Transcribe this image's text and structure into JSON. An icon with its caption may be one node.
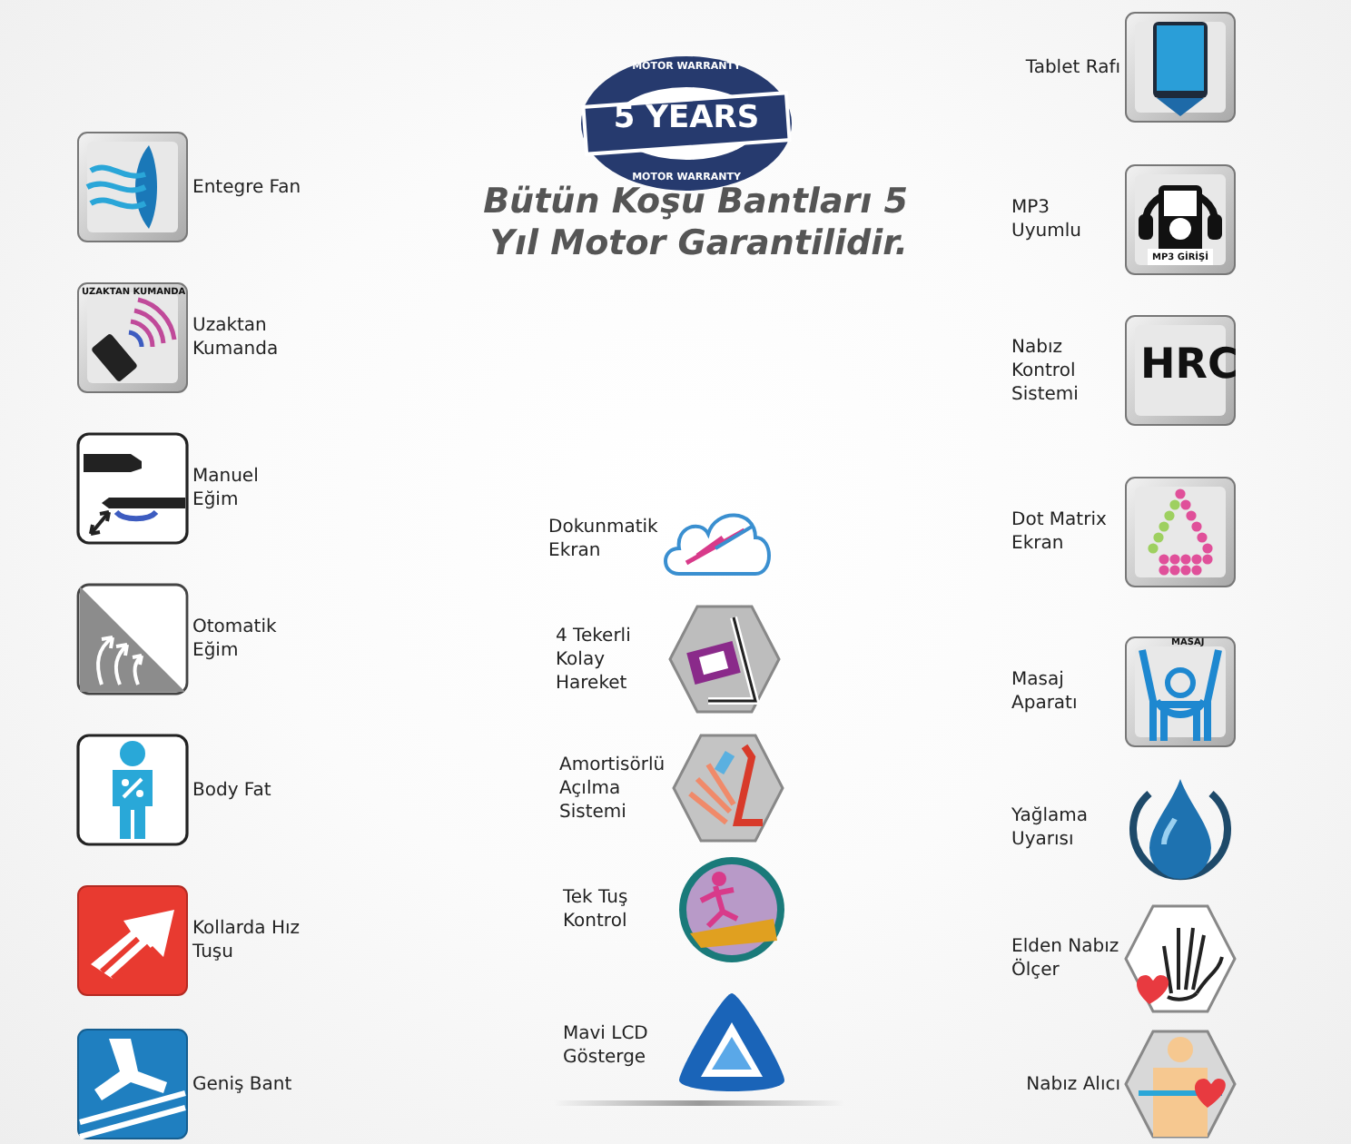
{
  "diagram": {
    "title": "Bütün Koşu Bantları 5 Yıl Motor Garantilidir.",
    "nodes": [
      {
        "text": [
          "Entegre Fan"
        ]
      },
      {
        "text": [
          "Uzaktan Kumanda"
        ]
      },
      {
        "text": [
          "Manuel Eğim"
        ]
      },
      {
        "text": [
          "Otomatik Eğim"
        ]
      },
      {
        "text": [
          "Body Fat"
        ]
      },
      {
        "text": [
          "Kollarda Hız Tuşu"
        ]
      },
      {
        "text": [
          "Geniş Bant"
        ]
      },
      {
        "text": [
          "Dokunmatik Ekran"
        ]
      },
      {
        "text": [
          "4 Tekerli Kolay Hareket"
        ]
      },
      {
        "text": [
          "Amortisörlü Açılma Sistemi"
        ]
      },
      {
        "text": [
          "Tek Tuş Kontrol"
        ]
      },
      {
        "text": [
          "Mavi LCD Gösterge"
        ]
      },
      {
        "text": [
          "Tablet Rafı"
        ]
      },
      {
        "text": [
          "MP3 Uyumlu"
        ]
      },
      {
        "text": [
          "Nabız Kontrol Sistemi"
        ]
      },
      {
        "text": [
          "Dot Matrix Ekran"
        ]
      },
      {
        "text": [
          "Masaj Aparatı"
        ]
      },
      {
        "text": [
          "Yağlama Uyarısı"
        ]
      },
      {
        "text": [
          "Elden Nabız Ölçer"
        ]
      },
      {
        "text": [
          "Nabız Alıcı"
        ]
      }
    ],
    "labels": [
      "MOTOR WARRANTY",
      "5 YEARS",
      "MOTOR WARRANTY",
      "MP3 GİRİŞİ",
      "UZAKTAN KUMANDA",
      "HRC",
      "MASAJ"
    ]
  }
}
